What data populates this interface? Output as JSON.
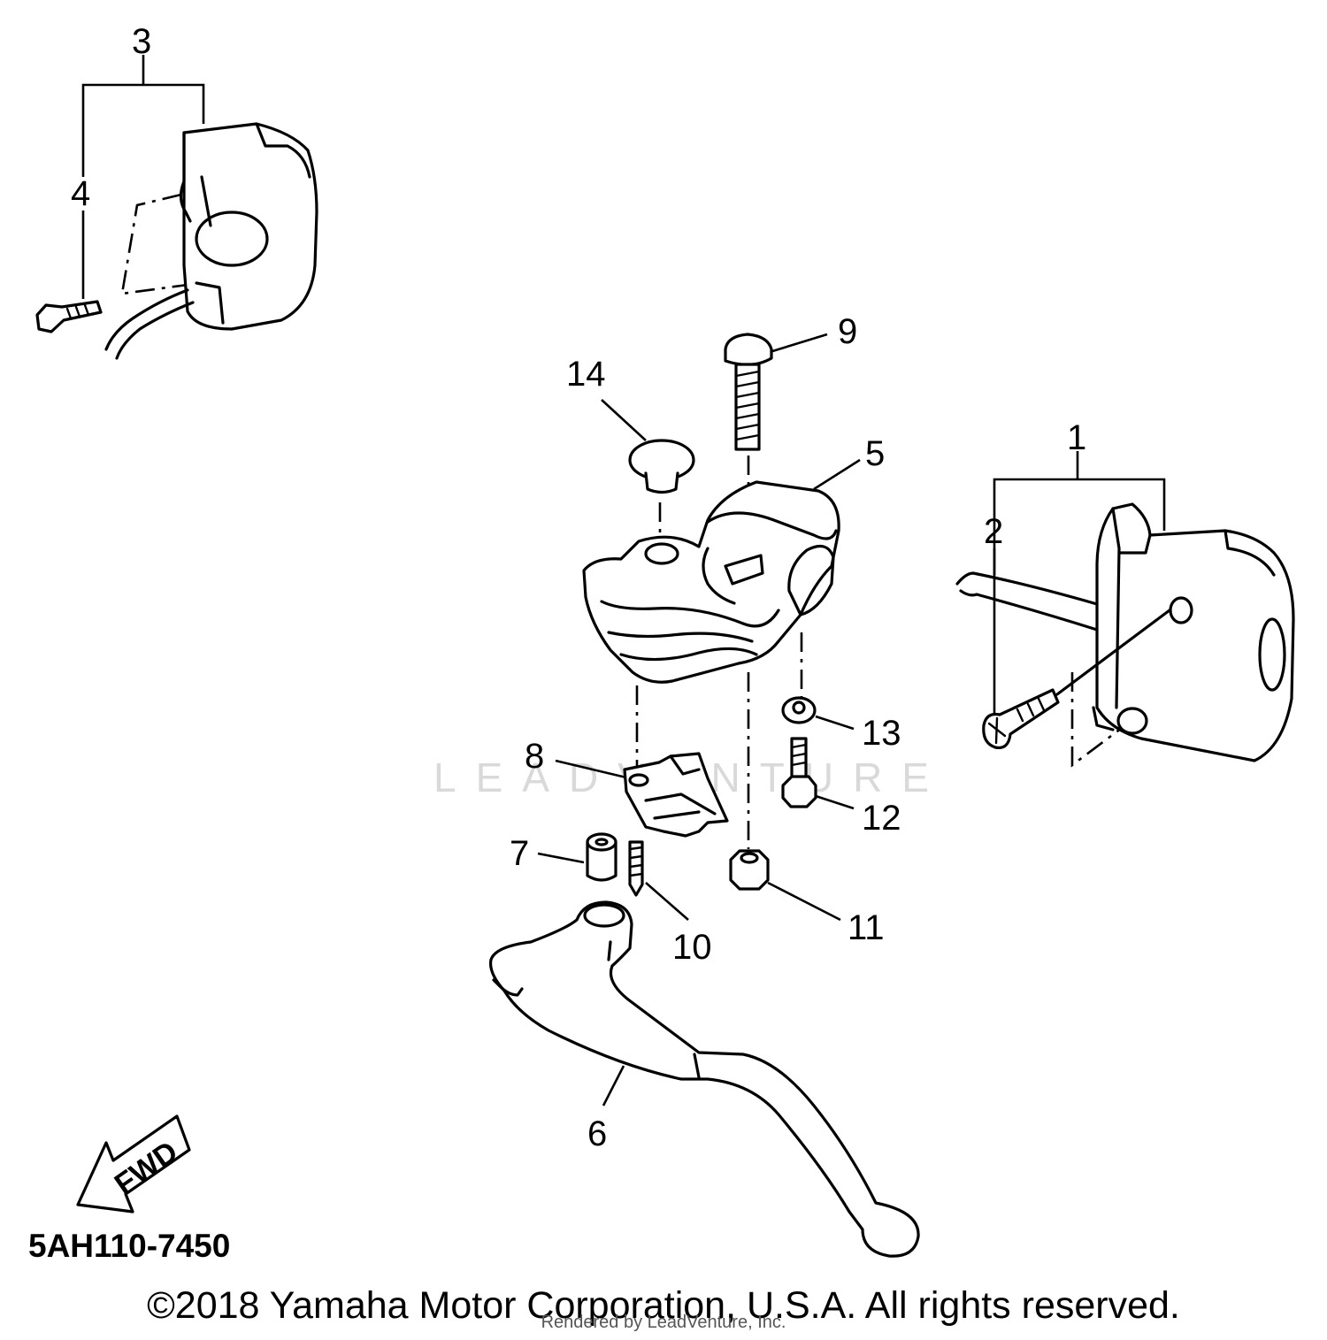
{
  "diagram": {
    "callouts": [
      "1",
      "2",
      "3",
      "4",
      "5",
      "6",
      "7",
      "8",
      "9",
      "10",
      "11",
      "12",
      "13",
      "14"
    ],
    "direction_badge": "FWD",
    "watermark": "LEADVENTURE",
    "diagram_code": "5AH110-7450",
    "copyright": "©2018 Yamaha Motor Corporation, U.S.A. All rights reserved.",
    "rendered_by": "Rendered by LeadVenture, Inc."
  },
  "colors": {
    "line": "#000000",
    "background": "#ffffff",
    "watermark": "#d9d9d9"
  }
}
